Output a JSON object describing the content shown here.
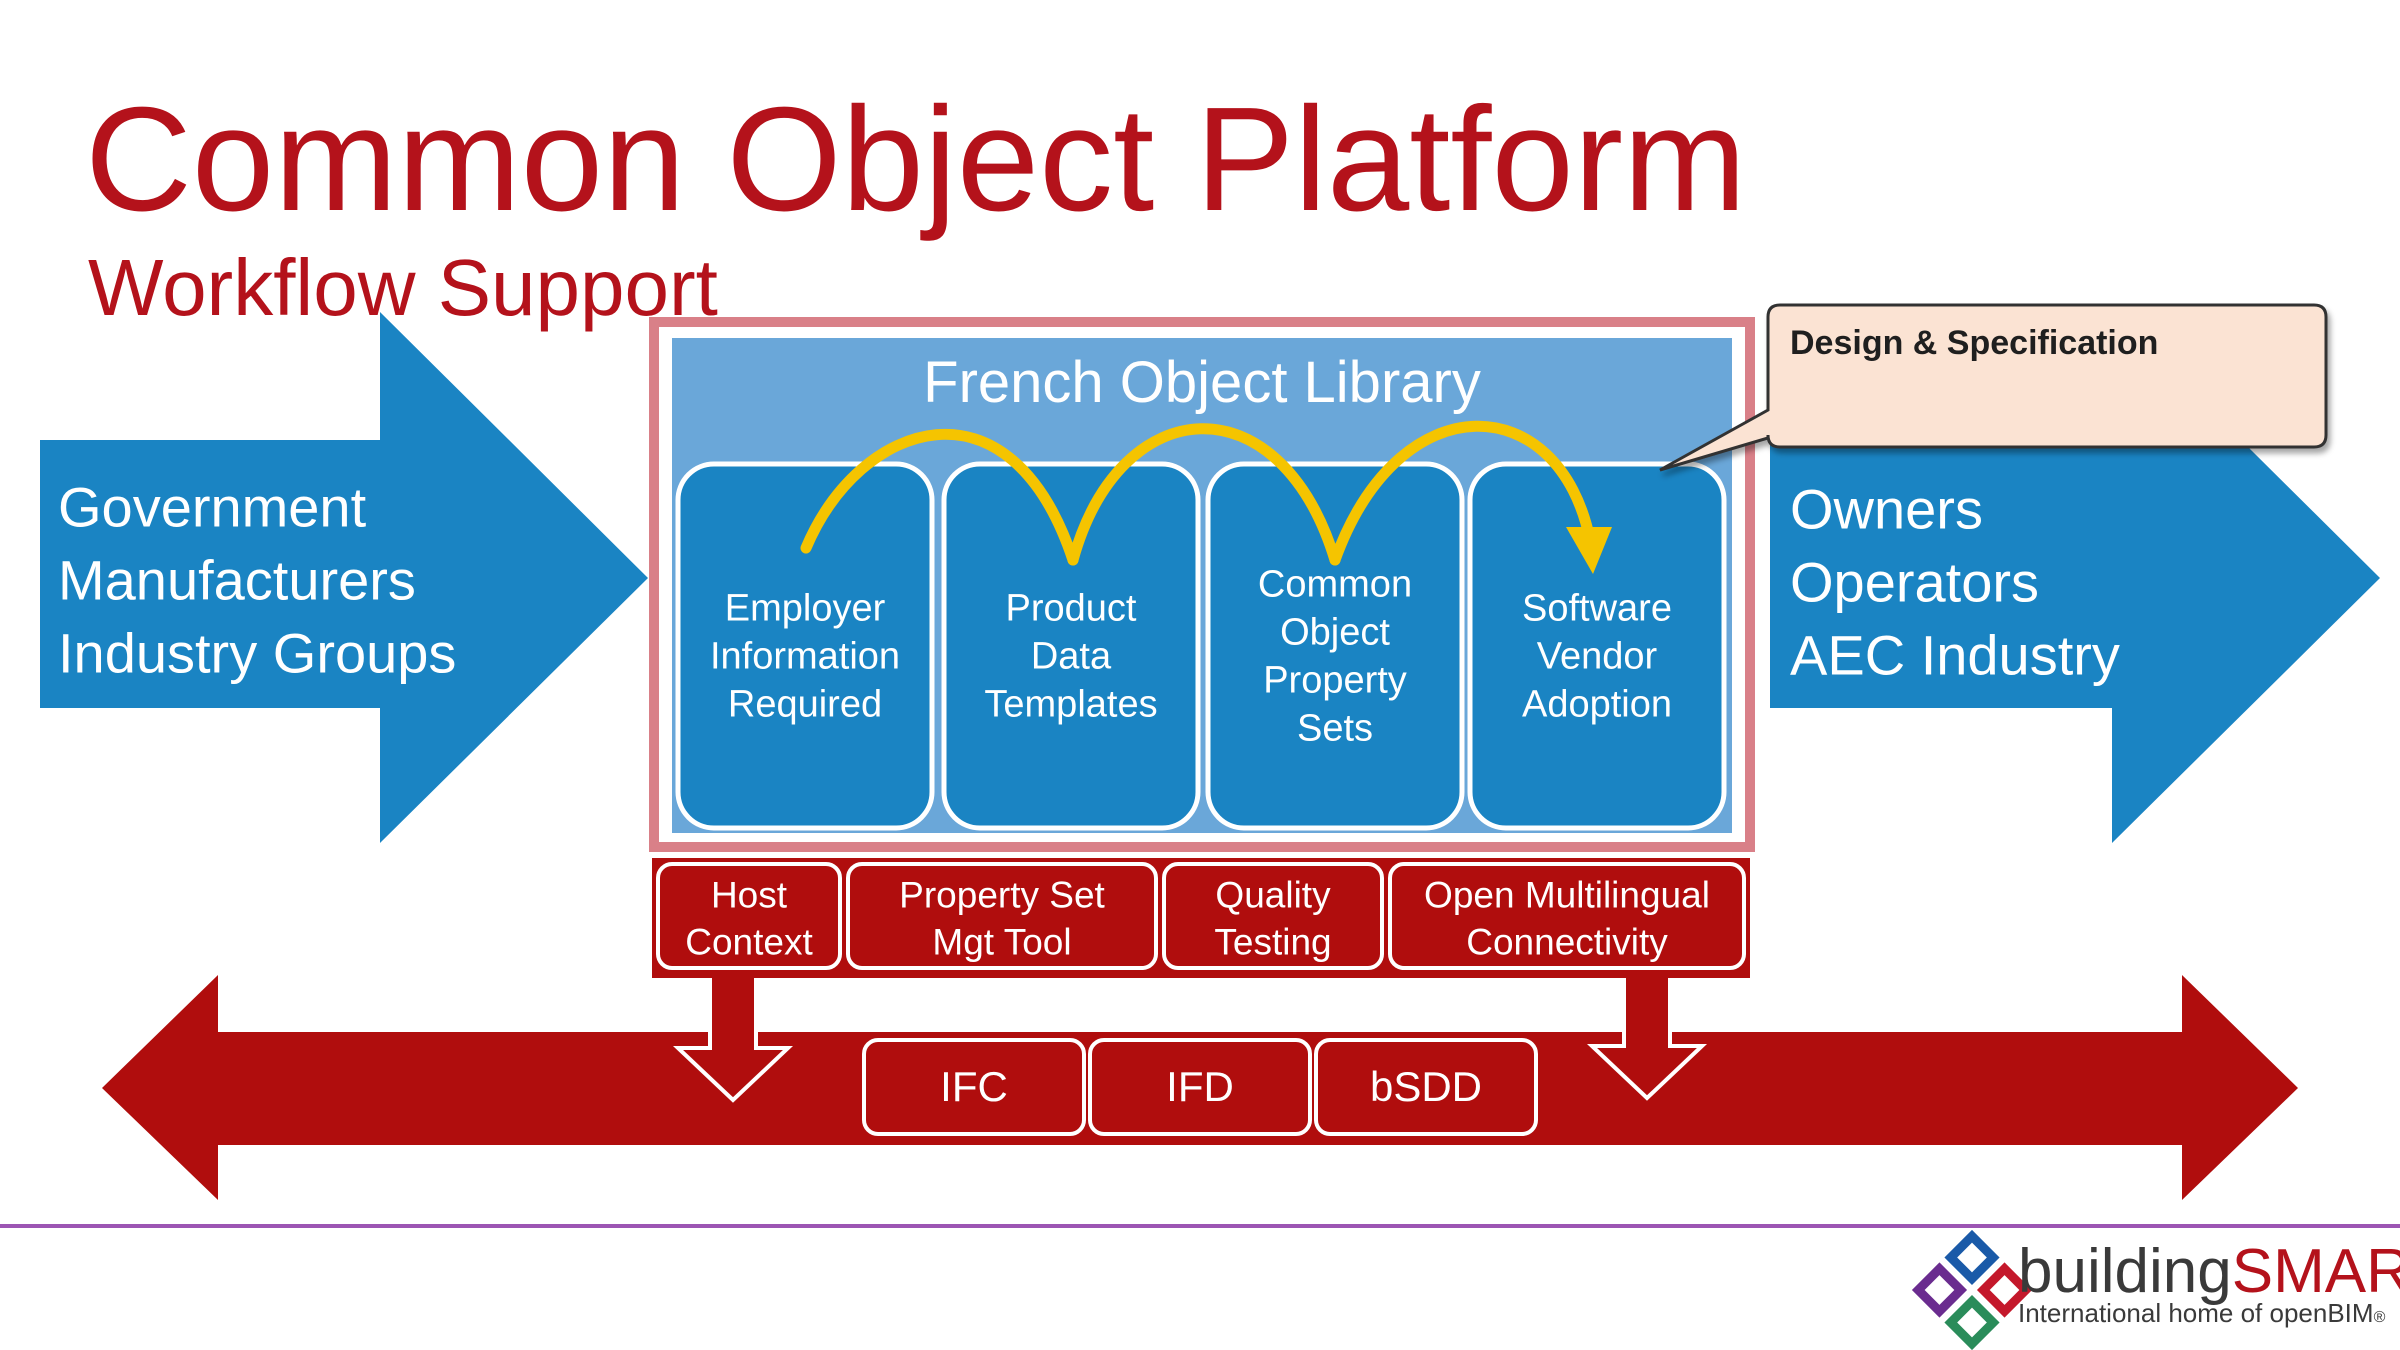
{
  "slide": {
    "title": "Common Object Platform",
    "subtitle": "Workflow Support"
  },
  "left_arrow": {
    "lines": [
      "Government",
      "Manufacturers",
      "Industry Groups"
    ]
  },
  "right_arrow": {
    "lines": [
      "Owners",
      "Operators",
      "AEC Industry"
    ]
  },
  "library": {
    "title": "French Object Library",
    "boxes": [
      {
        "lines": [
          "Employer",
          "Information",
          "Required"
        ]
      },
      {
        "lines": [
          "Product",
          "Data",
          "Templates"
        ]
      },
      {
        "lines": [
          "Common",
          "Object",
          "Property",
          "Sets"
        ]
      },
      {
        "lines": [
          "Software",
          "Vendor",
          "Adoption"
        ]
      }
    ]
  },
  "callout": {
    "text": "Design & Specification"
  },
  "tools": [
    {
      "lines": [
        "Host",
        "Context"
      ]
    },
    {
      "lines": [
        "Property Set",
        "Mgt Tool"
      ]
    },
    {
      "lines": [
        "Quality",
        "Testing"
      ]
    },
    {
      "lines": [
        "Open Multilingual",
        "Connectivity"
      ]
    }
  ],
  "standards": [
    "IFC",
    "IFD",
    "bSDD"
  ],
  "logo": {
    "brand_prefix": "building",
    "brand_suffix": "SMART",
    "trademark": "®",
    "tagline": "International home of openBIM",
    "tagline_mark": "®"
  },
  "colors": {
    "title_red": "#b4121b",
    "arrow_blue": "#1a84c3",
    "library_blue": "#6aa7d9",
    "box_blue": "#1a84c3",
    "frame_pink": "#d98088",
    "bar_red": "#b00d0d",
    "arc_yellow": "#f5c400",
    "callout_fill": "#fbe3d3",
    "divider_purple": "#9c55b3"
  }
}
